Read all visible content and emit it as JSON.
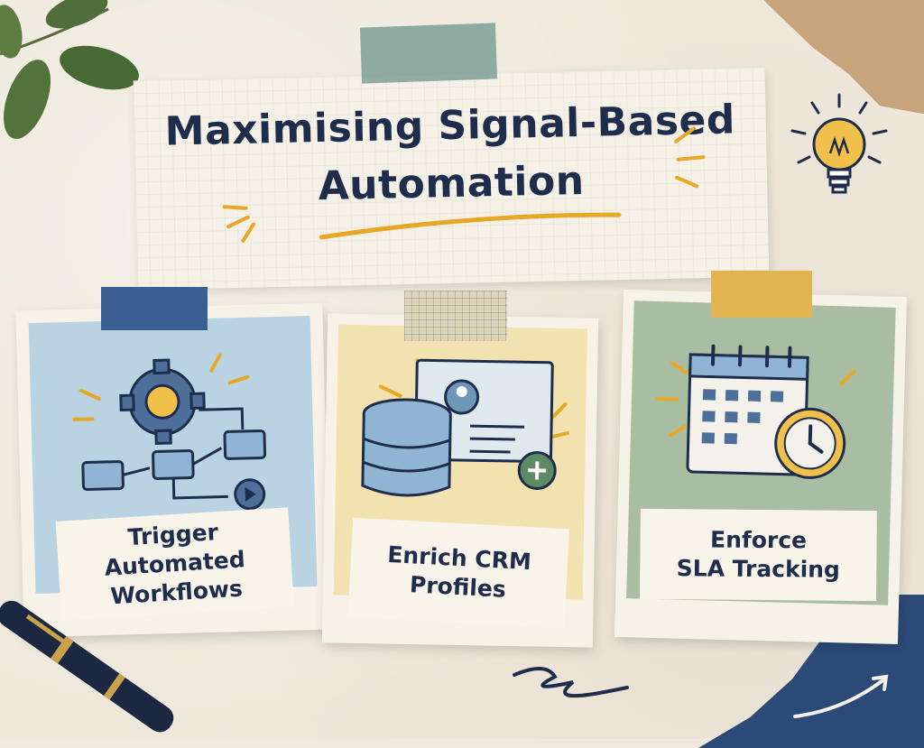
{
  "title": {
    "line1": "Maximising Signal-Based",
    "line2": "Automation"
  },
  "cards": [
    {
      "label_line1": "Trigger",
      "label_line2": "Automated",
      "label_line3": "Workflows",
      "icon": "workflow-gear-icon",
      "color": "#b9d3e3"
    },
    {
      "label_line1": "Enrich CRM",
      "label_line2": "Profiles",
      "icon": "database-profile-icon",
      "color": "#f2e2b0"
    },
    {
      "label_line1": "Enforce",
      "label_line2": "SLA Tracking",
      "icon": "calendar-clock-icon",
      "color": "#a9bda3"
    }
  ],
  "colors": {
    "navy": "#1f2d4d",
    "accent_yellow": "#e6a826",
    "blue_tape": "#3a5f93",
    "gold_tape": "#e0b450"
  }
}
